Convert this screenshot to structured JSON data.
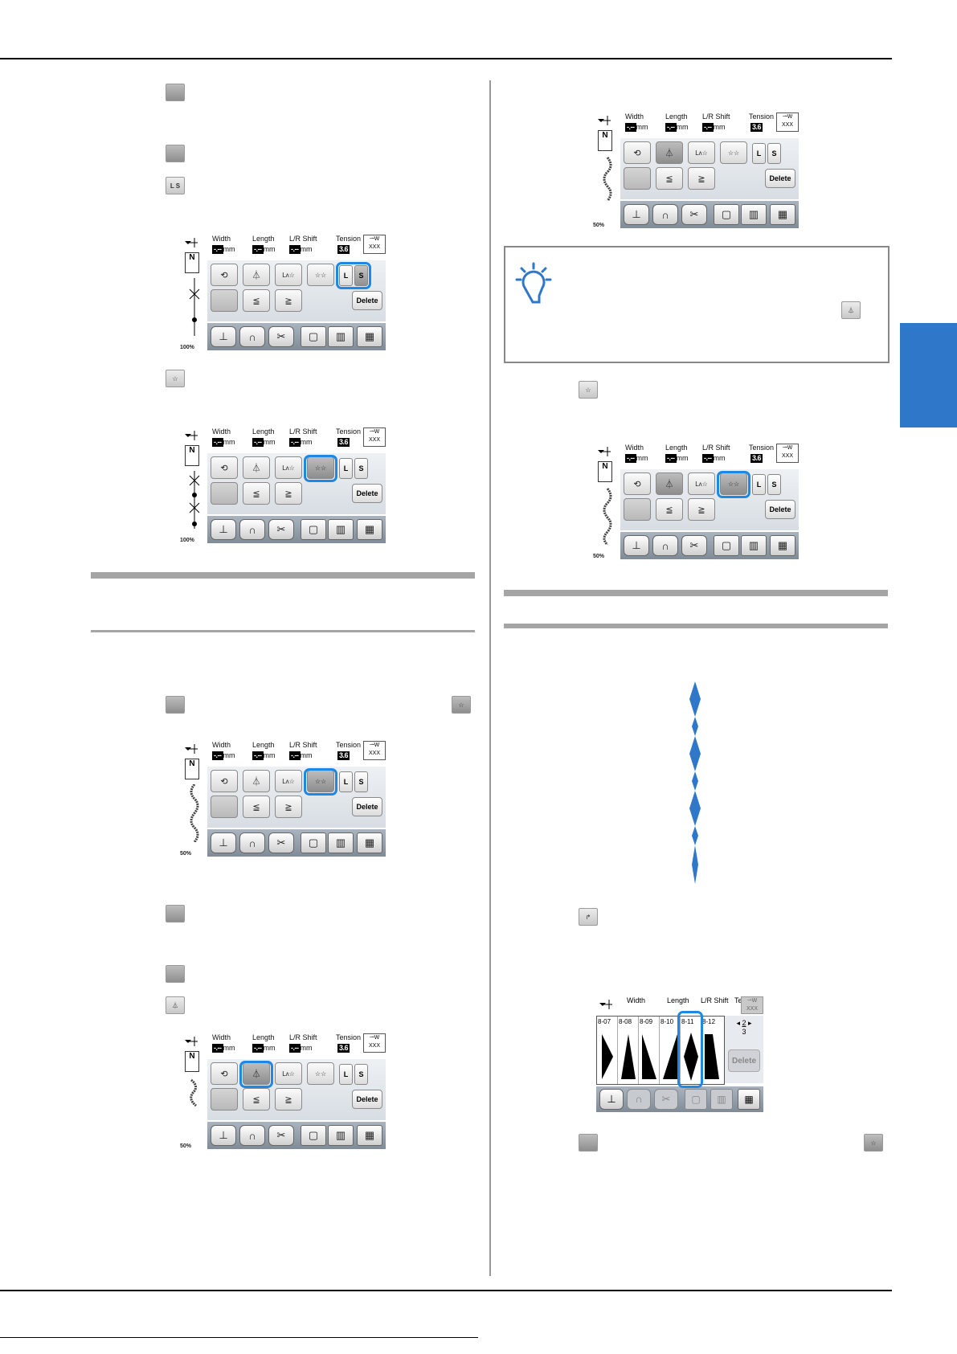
{
  "screens": [
    {
      "labels": {
        "width": "Width",
        "length": "Length",
        "lr_shift": "L/R Shift",
        "tension": "Tension"
      },
      "values": {
        "width": "-.--",
        "length": "-.--",
        "lr_shift": "-.--",
        "tension": "3.6",
        "unit": "mm"
      },
      "foot": "N",
      "buttons": {
        "delete": "Delete",
        "l": "L",
        "s": "S"
      }
    }
  ],
  "zoom": {
    "full": "100%",
    "half": "50%"
  },
  "stitch_screen": {
    "labels": {
      "width": "Width",
      "length": "Length",
      "lr_shift": "L/R Shift",
      "tension": "Tension"
    },
    "cells": [
      "8-07",
      "8-08",
      "8-09",
      "8-10",
      "8-11",
      "8-12"
    ],
    "page_current": "2",
    "page_total": "3",
    "delete": "Delete"
  },
  "colors": {
    "accent": "#1e88e5",
    "side_tab": "#2f77c8"
  }
}
